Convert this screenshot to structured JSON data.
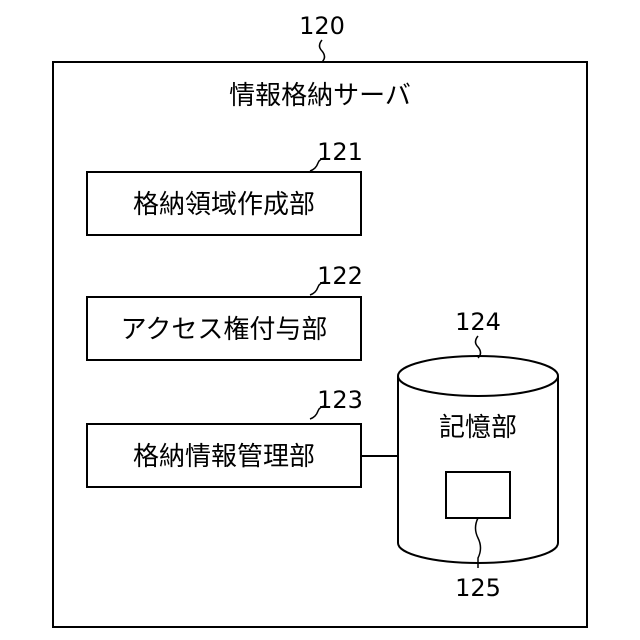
{
  "server": {
    "ref": "120",
    "title": "情報格納サーバ"
  },
  "components": [
    {
      "ref": "121",
      "label": "格納領域作成部"
    },
    {
      "ref": "122",
      "label": "アクセス権付与部"
    },
    {
      "ref": "123",
      "label": "格納情報管理部"
    }
  ],
  "storage": {
    "ref": "124",
    "label": "記憶部",
    "inner_ref": "125"
  },
  "colors": {
    "stroke": "#000000",
    "background": "#ffffff"
  }
}
